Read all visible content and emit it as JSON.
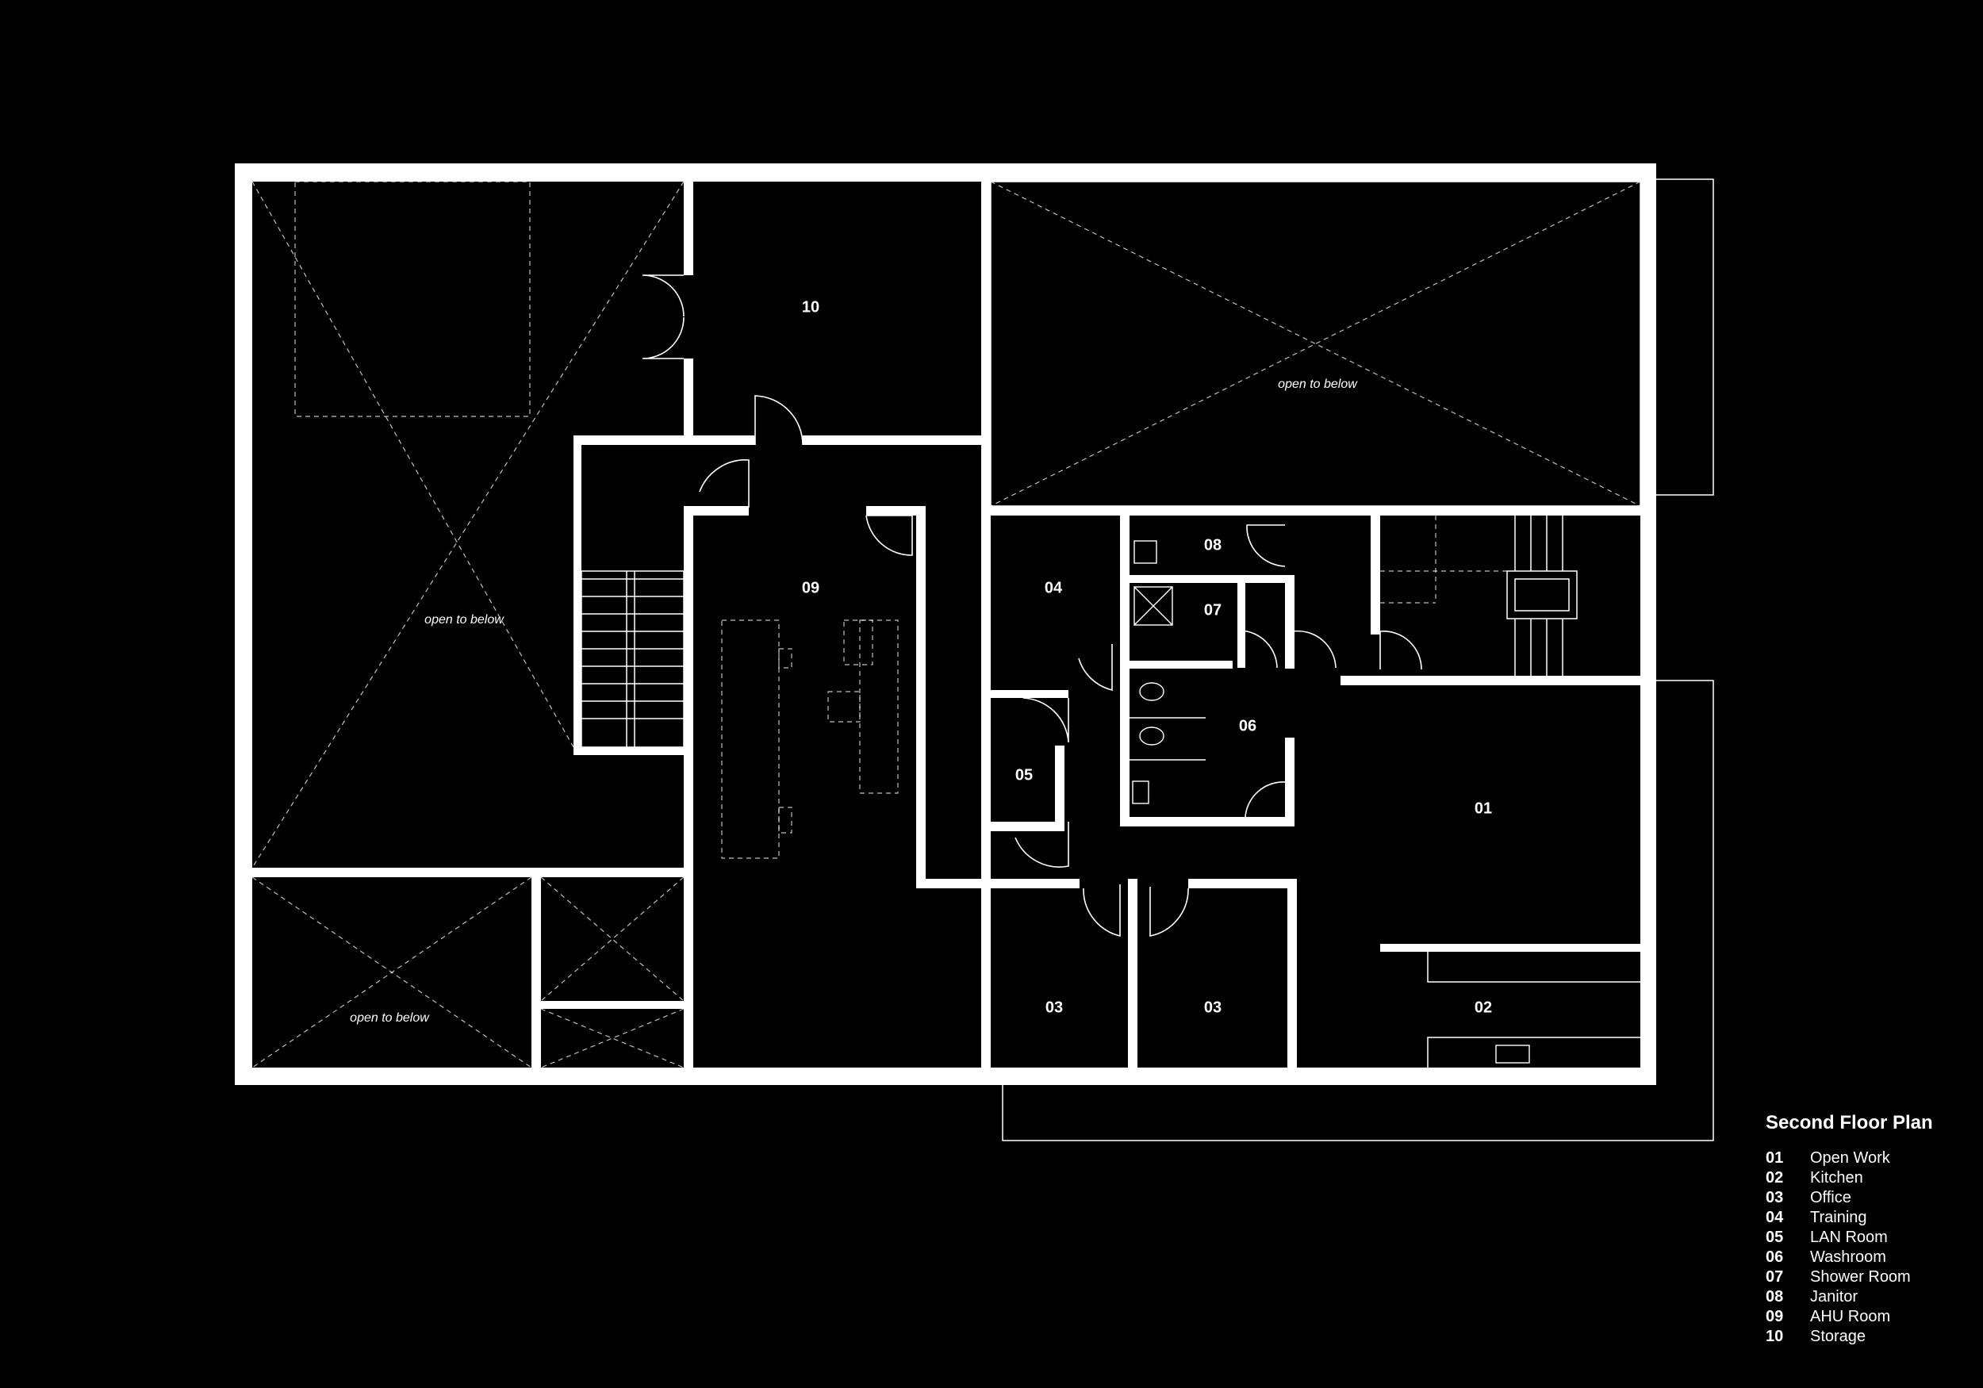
{
  "plan": {
    "title": "Second Floor Plan",
    "open_to_below": "open to below",
    "rooms": {
      "r01": "01",
      "r02": "02",
      "r03a": "03",
      "r03b": "03",
      "r04": "04",
      "r05": "05",
      "r06": "06",
      "r07": "07",
      "r08": "08",
      "r09": "09",
      "r10": "10"
    }
  },
  "legend": {
    "title": "Second Floor Plan",
    "items": [
      {
        "num": "01",
        "name": "Open Work"
      },
      {
        "num": "02",
        "name": "Kitchen"
      },
      {
        "num": "03",
        "name": "Office"
      },
      {
        "num": "04",
        "name": "Training"
      },
      {
        "num": "05",
        "name": "LAN Room"
      },
      {
        "num": "06",
        "name": "Washroom"
      },
      {
        "num": "07",
        "name": "Shower Room"
      },
      {
        "num": "08",
        "name": "Janitor"
      },
      {
        "num": "09",
        "name": "AHU Room"
      },
      {
        "num": "10",
        "name": "Storage"
      }
    ]
  },
  "colors": {
    "background": "#000000",
    "lines": "#ffffff"
  }
}
